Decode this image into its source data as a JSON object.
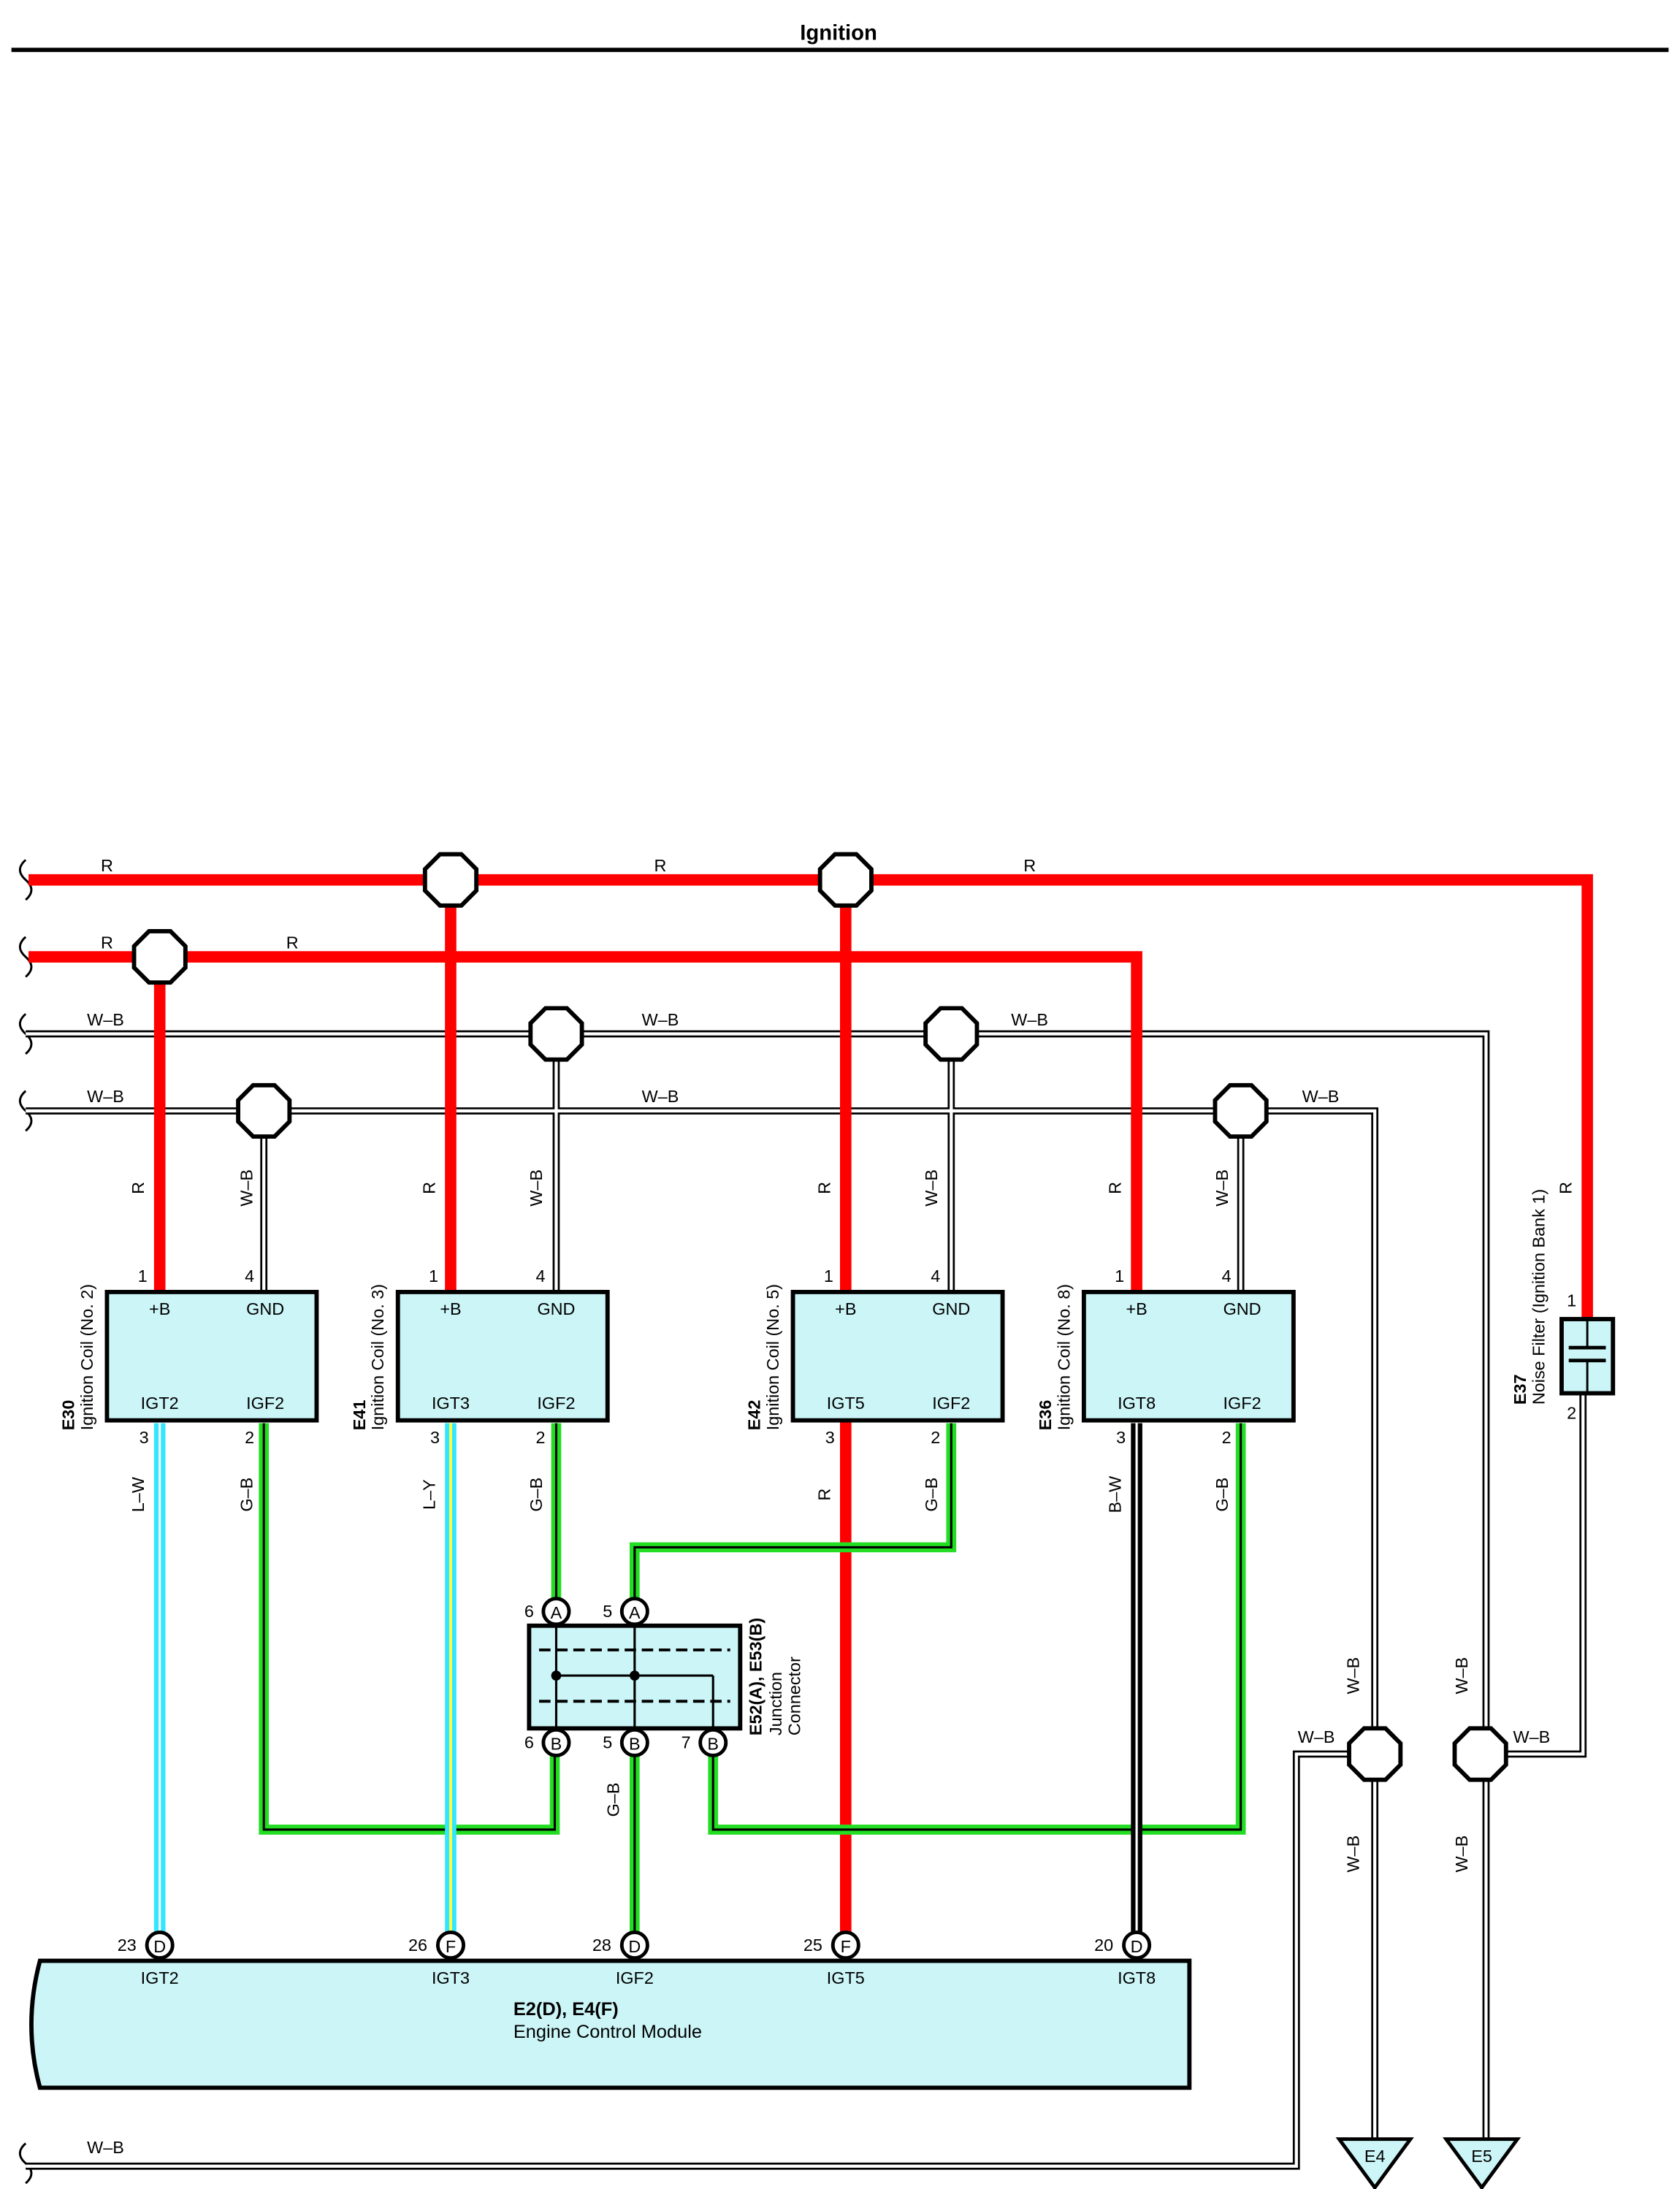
{
  "title": "Ignition",
  "colors": {
    "red": "#ff0000",
    "green": "#22dd22",
    "cyan": "#33e6ff",
    "yellow": "#ffff44",
    "black": "#000000",
    "box_fill": "#ccf5f7"
  },
  "wire_labels": {
    "r": "R",
    "wb": "W–B",
    "lw": "L–W",
    "ly": "L–Y",
    "gb": "G–B",
    "bw": "B–W"
  },
  "coils": [
    {
      "code": "E30",
      "name": "Ignition Coil (No. 2)",
      "pin_b": "1",
      "pin_gnd": "4",
      "pin_igt": "3",
      "pin_igf": "2",
      "label_b": "+B",
      "label_gnd": "GND",
      "label_igt": "IGT2",
      "label_igf": "IGF2"
    },
    {
      "code": "E41",
      "name": "Ignition Coil (No. 3)",
      "pin_b": "1",
      "pin_gnd": "4",
      "pin_igt": "3",
      "pin_igf": "2",
      "label_b": "+B",
      "label_gnd": "GND",
      "label_igt": "IGT3",
      "label_igf": "IGF2"
    },
    {
      "code": "E42",
      "name": "Ignition Coil (No. 5)",
      "pin_b": "1",
      "pin_gnd": "4",
      "pin_igt": "3",
      "pin_igf": "2",
      "label_b": "+B",
      "label_gnd": "GND",
      "label_igt": "IGT5",
      "label_igf": "IGF2"
    },
    {
      "code": "E36",
      "name": "Ignition Coil (No. 8)",
      "pin_b": "1",
      "pin_gnd": "4",
      "pin_igt": "3",
      "pin_igf": "2",
      "label_b": "+B",
      "label_gnd": "GND",
      "label_igt": "IGT8",
      "label_igf": "IGF2"
    }
  ],
  "noise_filter": {
    "code": "E37",
    "name": "Noise Filter (Ignition Bank 1)",
    "pin_top": "1",
    "pin_bottom": "2"
  },
  "junction": {
    "code": "E52(A), E53(B)",
    "name_line1": "Junction",
    "name_line2": "Connector",
    "top_pins": [
      {
        "num": "6",
        "letter": "A"
      },
      {
        "num": "5",
        "letter": "A"
      }
    ],
    "bottom_pins": [
      {
        "num": "6",
        "letter": "B"
      },
      {
        "num": "5",
        "letter": "B"
      },
      {
        "num": "7",
        "letter": "B"
      }
    ]
  },
  "ecm": {
    "code": "E2(D), E4(F)",
    "name": "Engine Control Module",
    "pins": [
      {
        "num": "23",
        "letter": "D",
        "label": "IGT2"
      },
      {
        "num": "26",
        "letter": "F",
        "label": "IGT3"
      },
      {
        "num": "28",
        "letter": "D",
        "label": "IGF2"
      },
      {
        "num": "25",
        "letter": "F",
        "label": "IGT5"
      },
      {
        "num": "20",
        "letter": "D",
        "label": "IGT8"
      }
    ]
  },
  "grounds": [
    "E4",
    "E5"
  ]
}
